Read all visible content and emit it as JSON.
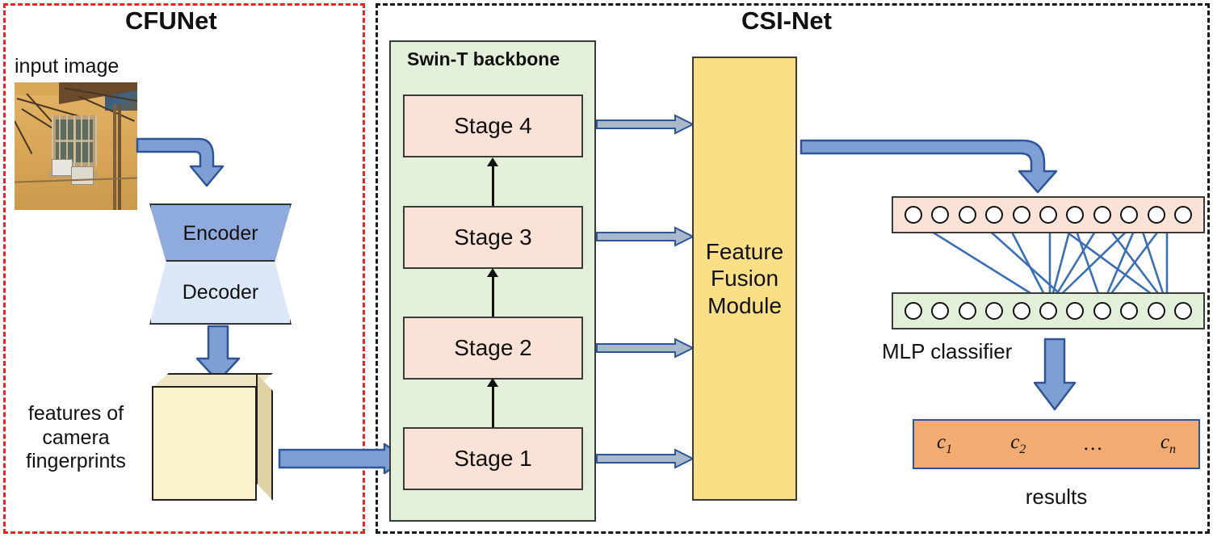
{
  "diagram": {
    "type": "architecture-flow",
    "panels": [
      {
        "id": "cfunet",
        "title": "CFUNet",
        "border_color": "#ee2222",
        "border_style": "dashed"
      },
      {
        "id": "csinet",
        "title": "CSI-Net",
        "border_color": "#1a1a1a",
        "border_style": "dashed"
      }
    ]
  },
  "cfunet": {
    "title": "CFUNet",
    "input_label": "input image",
    "photo_alt": "building wall with barred window and air conditioners",
    "encoder_label": "Encoder",
    "decoder_label": "Decoder",
    "features_label": "features of\ncamera\nfingerprints",
    "colors": {
      "encoder_fill": "#8faadc",
      "decoder_fill": "#dbe8f7",
      "cube_front": "#fcf2cc",
      "cube_side": "#ddd2a4"
    }
  },
  "csinet": {
    "title": "CSI-Net",
    "backbone": {
      "title": "Swin-T backbone",
      "fill": "#e2efd9",
      "stages": [
        {
          "label": "Stage 1"
        },
        {
          "label": "Stage 2"
        },
        {
          "label": "Stage 3"
        },
        {
          "label": "Stage 4"
        }
      ],
      "stage_fill": "#fae3d6"
    },
    "fusion": {
      "label": "Feature\nFusion\nModule",
      "fill": "#fbdf86"
    },
    "mlp": {
      "caption": "MLP classifier",
      "top_layer_nodes": 11,
      "bottom_layer_nodes": 11,
      "top_fill": "#fae3d6",
      "bottom_fill": "#e2efd9",
      "link_color": "#3a6eb5"
    },
    "results": {
      "caption": "results",
      "fill": "#f2ab71",
      "classes": [
        "c",
        "c",
        "…",
        "c"
      ],
      "subscripts": [
        "1",
        "2",
        "",
        "n"
      ]
    }
  },
  "arrows": {
    "color_fill": "#7d9fd4",
    "color_stroke": "#2e5596",
    "hollow_fill": "#aab8cc",
    "items": [
      {
        "name": "photo-to-encoder",
        "style": "elbow-solid"
      },
      {
        "name": "decoder-to-features",
        "style": "straight-down-solid"
      },
      {
        "name": "features-to-stage1",
        "style": "straight-right-solid"
      },
      {
        "name": "stage1-to-fusion",
        "style": "hollow-right"
      },
      {
        "name": "stage2-to-fusion",
        "style": "hollow-right"
      },
      {
        "name": "stage3-to-fusion",
        "style": "hollow-right"
      },
      {
        "name": "stage4-to-fusion",
        "style": "hollow-right"
      },
      {
        "name": "fusion-to-mlp",
        "style": "elbow-solid"
      },
      {
        "name": "mlp-to-results",
        "style": "straight-down-solid"
      }
    ]
  }
}
